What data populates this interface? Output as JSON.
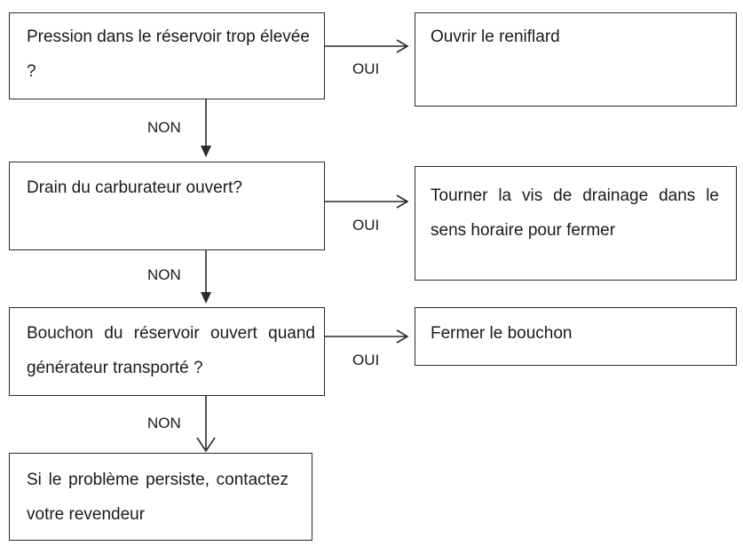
{
  "steps": [
    {
      "question": "Pression dans le réservoir trop élevée ?",
      "answer_label": "OUI",
      "action": "Ouvrir le reniflard",
      "next_label": "NON"
    },
    {
      "question": "Drain du carburateur ouvert?",
      "answer_label": "OUI",
      "action": "Tourner la vis de drainage dans le sens horaire pour fermer",
      "next_label": "NON"
    },
    {
      "question": "Bouchon du réservoir ouvert quand générateur transporté ?",
      "answer_label": "OUI",
      "action": "Fermer le bouchon",
      "next_label": "NON"
    }
  ],
  "final": "Si le problème persiste, contactez votre revendeur"
}
